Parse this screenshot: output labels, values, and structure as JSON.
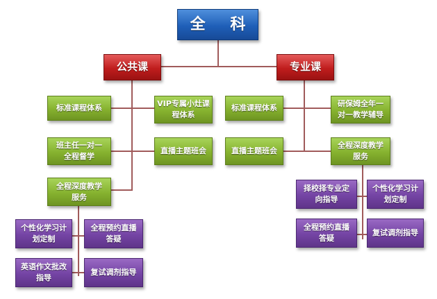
{
  "root": {
    "label": "全 科"
  },
  "public": {
    "label": "公共课",
    "items": {
      "std": "标准课程体系",
      "vip": "VIP专属小灶课\n程体系",
      "head": "班主任一对一\n全程督学",
      "live": "直播主题班会",
      "deep": "全程深度教学\n服务"
    },
    "sub": {
      "plan": "个性化学习计\n划定制",
      "qa": "全程预约直播\n答疑",
      "essay": "英语作文批改\n指导",
      "retest": "复试调剂指导"
    }
  },
  "major": {
    "label": "专业课",
    "items": {
      "std": "标准课程体系",
      "tutor": "研保姆全年一\n对一教学辅导",
      "live": "直播主题班会",
      "deep": "全程深度教学\n服务"
    },
    "sub": {
      "school": "择校择专业定\n向指导",
      "plan": "个性化学习计\n划定制",
      "qa": "全程预约直播\n答疑",
      "retest": "复试调剂指导"
    }
  },
  "colors": {
    "root": "#1f5fb8",
    "category": "#c01d1d",
    "service": "#86b22f",
    "detail": "#7444a4",
    "connector": "#a05a5a"
  }
}
